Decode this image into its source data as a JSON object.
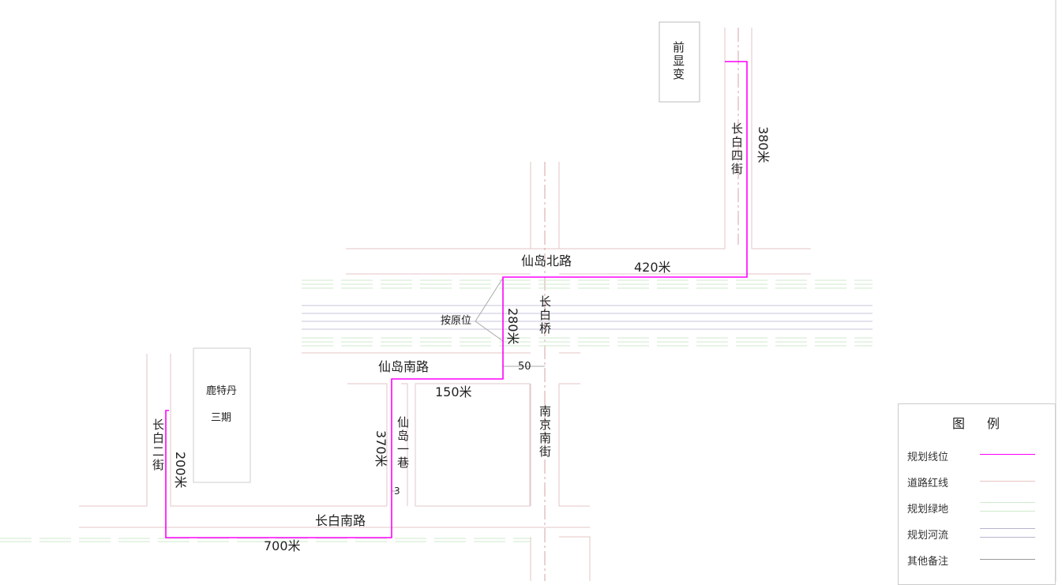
{
  "labels": {
    "substation": "前显变",
    "changbai_4th_st": "长白四街",
    "dist_380": "380米",
    "xiandao_north_rd": "仙岛北路",
    "dist_420": "420米",
    "changbai_bridge": "长白桥",
    "dist_280": "280米",
    "as_original": "按原位",
    "xiandao_south_rd": "仙岛南路",
    "dim_50": "50",
    "dist_150": "150米",
    "rotterdam": "鹿特丹",
    "phase3": "三期",
    "xiandao_lane1": "仙岛一巷",
    "dist_370": "370米",
    "dim_3": "3",
    "nanjing_south_st": "南京南街",
    "changbai_2nd_st": "长白二街",
    "dist_200": "200米",
    "changbai_south_rd": "长白南路",
    "dist_700": "700米"
  },
  "legend": {
    "title": "图例",
    "items": [
      {
        "label": "规划线位",
        "color": "#ff00ff"
      },
      {
        "label": "道路红线",
        "color": "#e8c4c4"
      },
      {
        "label": "规划绿地",
        "color": "#cfeacc"
      },
      {
        "label": "规划河流",
        "color": "#b8b4d0"
      },
      {
        "label": "其他备注",
        "color": "#999999"
      }
    ]
  }
}
